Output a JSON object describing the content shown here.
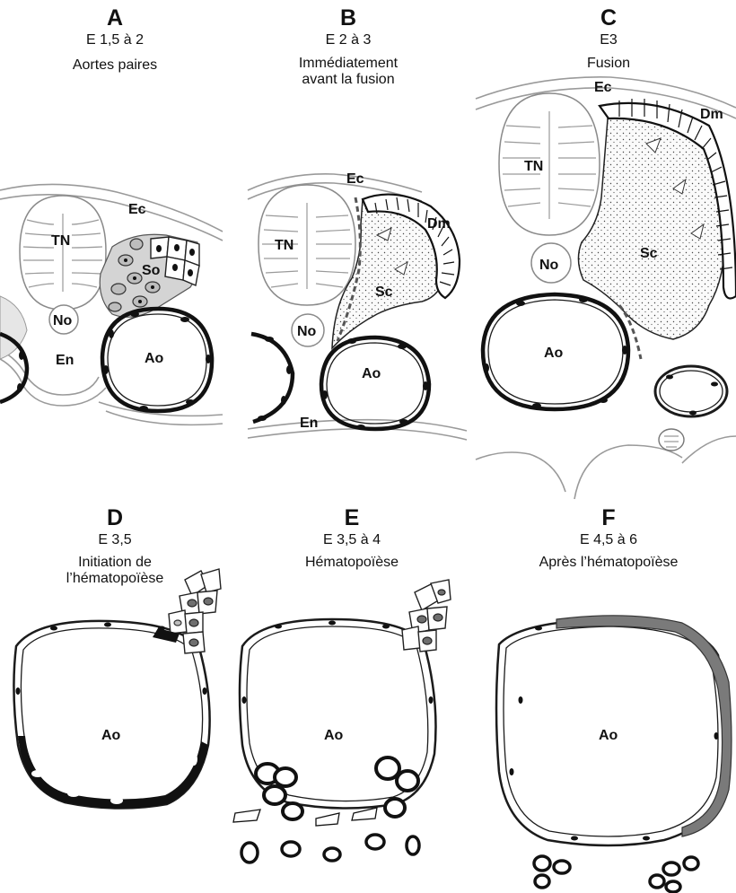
{
  "panels": [
    {
      "letter": "A",
      "stage": "E 1,5 à 2",
      "title": "Aortes paires",
      "title2": ""
    },
    {
      "letter": "B",
      "stage": "E 2 à 3",
      "title": "Immédiatement",
      "title2": "avant la fusion"
    },
    {
      "letter": "C",
      "stage": "E3",
      "title": "Fusion",
      "title2": ""
    },
    {
      "letter": "D",
      "stage": "E 3,5",
      "title": "Initiation de",
      "title2": "l’hématopoïèse"
    },
    {
      "letter": "E",
      "stage": "E 3,5 à 4",
      "title": "Hématopoïèse",
      "title2": ""
    },
    {
      "letter": "F",
      "stage": "E 4,5 à 6",
      "title": "Après l’hématopoïèse",
      "title2": ""
    }
  ],
  "labels": {
    "ec": "Ec",
    "tn": "TN",
    "so": "So",
    "no": "No",
    "en": "En",
    "ao": "Ao",
    "sc": "Sc",
    "dm": "Dm"
  },
  "colors": {
    "ink": "#111111",
    "gray_line": "#9a9a9a",
    "cell_gray": "#bdbdbd",
    "cell_dark": "#6f6f6f"
  }
}
